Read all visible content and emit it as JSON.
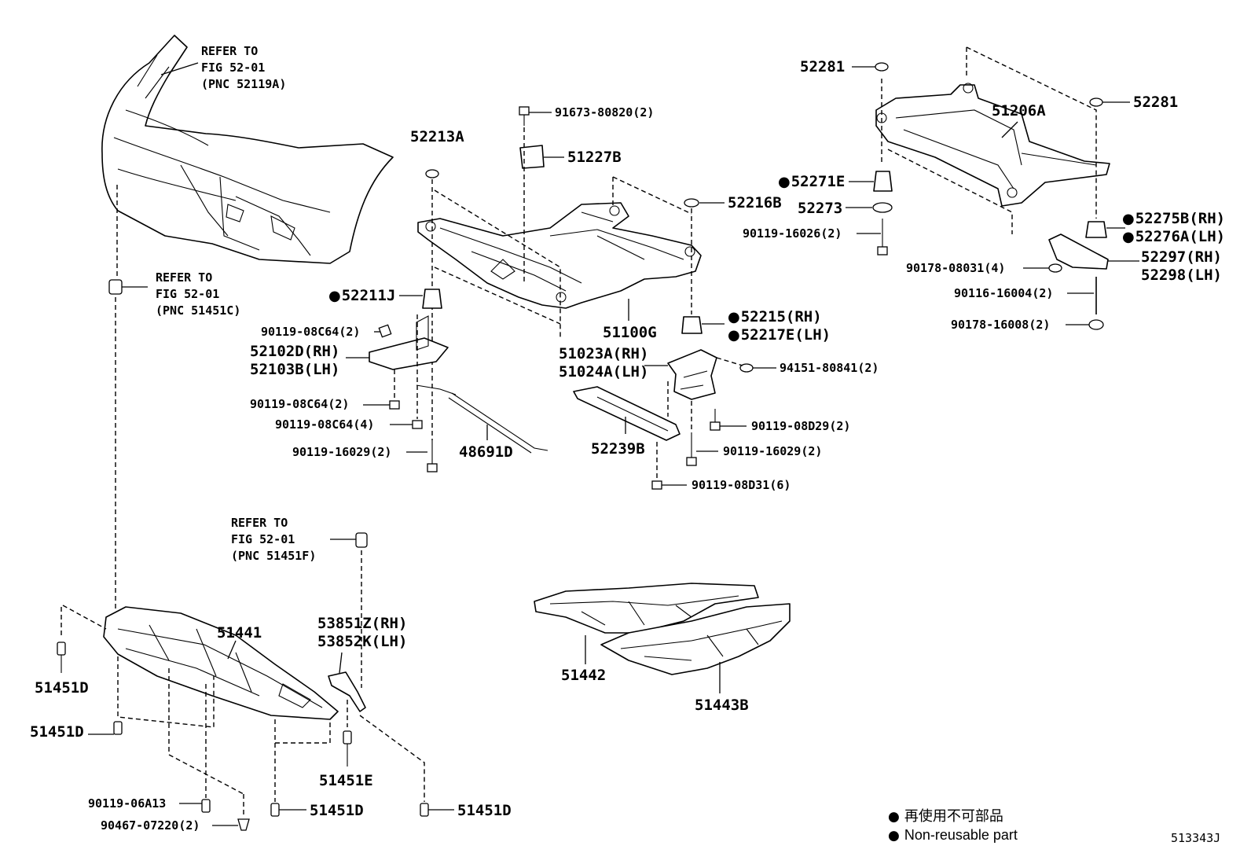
{
  "refer_notes": {
    "bumper": {
      "line1": "REFER TO",
      "line2": "FIG 52-01",
      "line3": "(PNC 52119A)"
    },
    "clip_upper": {
      "line1": "REFER TO",
      "line2": "FIG 52-01",
      "line3": "(PNC 51451C)"
    },
    "clip_lower": {
      "line1": "REFER TO",
      "line2": "FIG 52-01",
      "line3": "(PNC 51451F)"
    }
  },
  "labels": {
    "p91673": "91673-80820(2)",
    "p51227B": "51227B",
    "p52213A": "52213A",
    "p52216B": "52216B",
    "p52211J": "52211J",
    "p90119_08C64_a": "90119-08C64(2)",
    "p52102D": "52102D(RH)",
    "p52103B": "52103B(LH)",
    "p90119_08C64_b": "90119-08C64(2)",
    "p90119_08C64_c": "90119-08C64(4)",
    "p90119_16029_a": "90119-16029(2)",
    "p48691D": "48691D",
    "p51100G": "51100G",
    "p51023A": "51023A(RH)",
    "p51024A": "51024A(LH)",
    "p52215": "52215(RH)",
    "p52217E": "52217E(LH)",
    "p94151": "94151-80841(2)",
    "p52239B": "52239B",
    "p90119_08D29": "90119-08D29(2)",
    "p90119_16029_b": "90119-16029(2)",
    "p90119_08D31": "90119-08D31(6)",
    "p52281_a": "52281",
    "p52281_b": "52281",
    "p51206A": "51206A",
    "p52271E": "52271E",
    "p52273": "52273",
    "p90119_16026": "90119-16026(2)",
    "p52275B": "52275B(RH)",
    "p52276A": "52276A(LH)",
    "p90178_08031": "90178-08031(4)",
    "p52297": "52297(RH)",
    "p52298": "52298(LH)",
    "p90116_16004": "90116-16004(2)",
    "p90178_16008": "90178-16008(2)",
    "p51441": "51441",
    "p51451D_a": "51451D",
    "p51451D_b": "51451D",
    "p51451D_c": "51451D",
    "p51451D_d": "51451D",
    "p51451E": "51451E",
    "p53851Z": "53851Z(RH)",
    "p53852K": "53852K(LH)",
    "p51442": "51442",
    "p51443B": "51443B",
    "p90119_06A13": "90119-06A13",
    "p90467_07220": "90467-07220(2)"
  },
  "non_reusable_marker": "●",
  "legend": {
    "jp": "再使用不可部品",
    "en": "Non-reusable part"
  },
  "figure_code": "513343J"
}
